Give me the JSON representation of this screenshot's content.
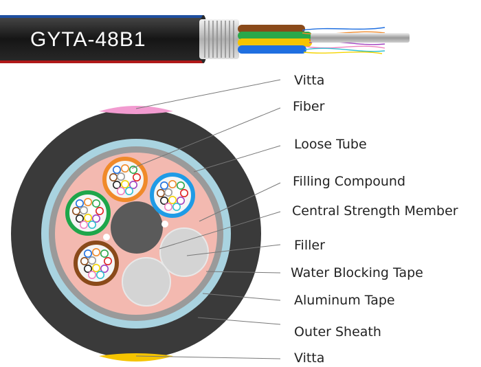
{
  "cable": {
    "model": "GYTA-48B1"
  },
  "labels": [
    {
      "key": "vitta_top",
      "text": "Vitta"
    },
    {
      "key": "fiber",
      "text": "Fiber"
    },
    {
      "key": "loose_tube",
      "text": "Loose Tube"
    },
    {
      "key": "filling_compound",
      "text": "Filling Compound"
    },
    {
      "key": "central_strength_member",
      "text": "Central Strength Member"
    },
    {
      "key": "filler",
      "text": "Filler"
    },
    {
      "key": "water_blocking_tape",
      "text": "Water Blocking Tape"
    },
    {
      "key": "aluminum_tape",
      "text": "Aluminum Tape"
    },
    {
      "key": "outer_sheath",
      "text": "Outer Sheath"
    },
    {
      "key": "vitta_bottom",
      "text": "Vitta"
    }
  ],
  "colors": {
    "outer_sheath": "#3a3a3a",
    "water_blocking_tape": "#a9d3e0",
    "aluminum_tape": "#9a9a9a",
    "filling_compound": "#f3b9b0",
    "central_strength_member": "#5a5a5a",
    "filler": "#d4d4d4",
    "vitta_top": "#f29bd0",
    "vitta_bottom": "#f5c400",
    "tube_orange": "#f08a2a",
    "tube_blue": "#1f9be6",
    "tube_green": "#1ea64a",
    "tube_brown": "#8a4a1a"
  },
  "fiber_colors": [
    "#1f6fe0",
    "#f08a2a",
    "#2aa84a",
    "#8a4a1a",
    "#9a9a9a",
    "#ffffff",
    "#e02020",
    "#202020",
    "#f5d400",
    "#a040c0",
    "#f080c0",
    "#30c0d0"
  ]
}
